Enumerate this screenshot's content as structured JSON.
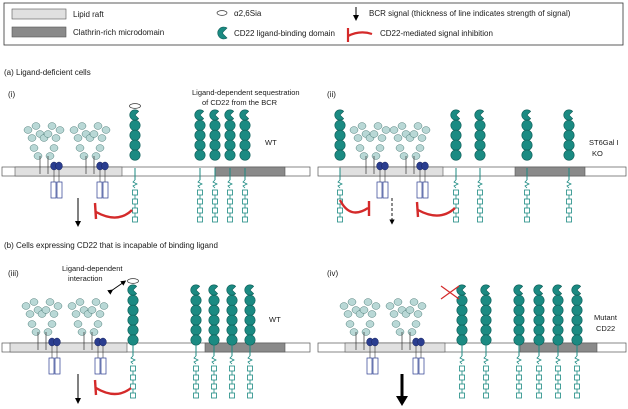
{
  "legend": {
    "lipid_raft": "Lipid raft",
    "clathrin": "Clathrin-rich microdomain",
    "sia": "α2,6Sia",
    "ligand_domain": "CD22 ligand-binding domain",
    "bcr_signal": "BCR signal (thickness of line indicates strength of signal)",
    "inhibition": "CD22-mediated signal inhibition"
  },
  "section_a": "(a) Ligand-deficient cells",
  "section_b": "(b) Cells expressing CD22 that is incapable of binding ligand",
  "panels": {
    "i": {
      "label": "(i)",
      "annotation_1": "Ligand-dependent sequestration",
      "annotation_2": "of CD22 from the BCR",
      "condition_1": "WT",
      "condition_2": ""
    },
    "ii": {
      "label": "(ii)",
      "condition_1": "ST6Gal I",
      "condition_2": "KO"
    },
    "iii": {
      "label": "(iii)",
      "annotation_1": "Ligand-dependent",
      "annotation_2": "interaction",
      "condition_1": "WT",
      "condition_2": ""
    },
    "iv": {
      "label": "(iv)",
      "condition_1": "Mutant",
      "condition_2": "CD22"
    }
  },
  "colors": {
    "raft": "#e0e0e0",
    "clathrin": "#8a8a8a",
    "cd22": "#1b8a82",
    "cd22_stroke": "#0d5e58",
    "bcr_light": "#b9d8d6",
    "bcr_dark": "#2a3d8f",
    "inhibit": "#d42a2a"
  }
}
